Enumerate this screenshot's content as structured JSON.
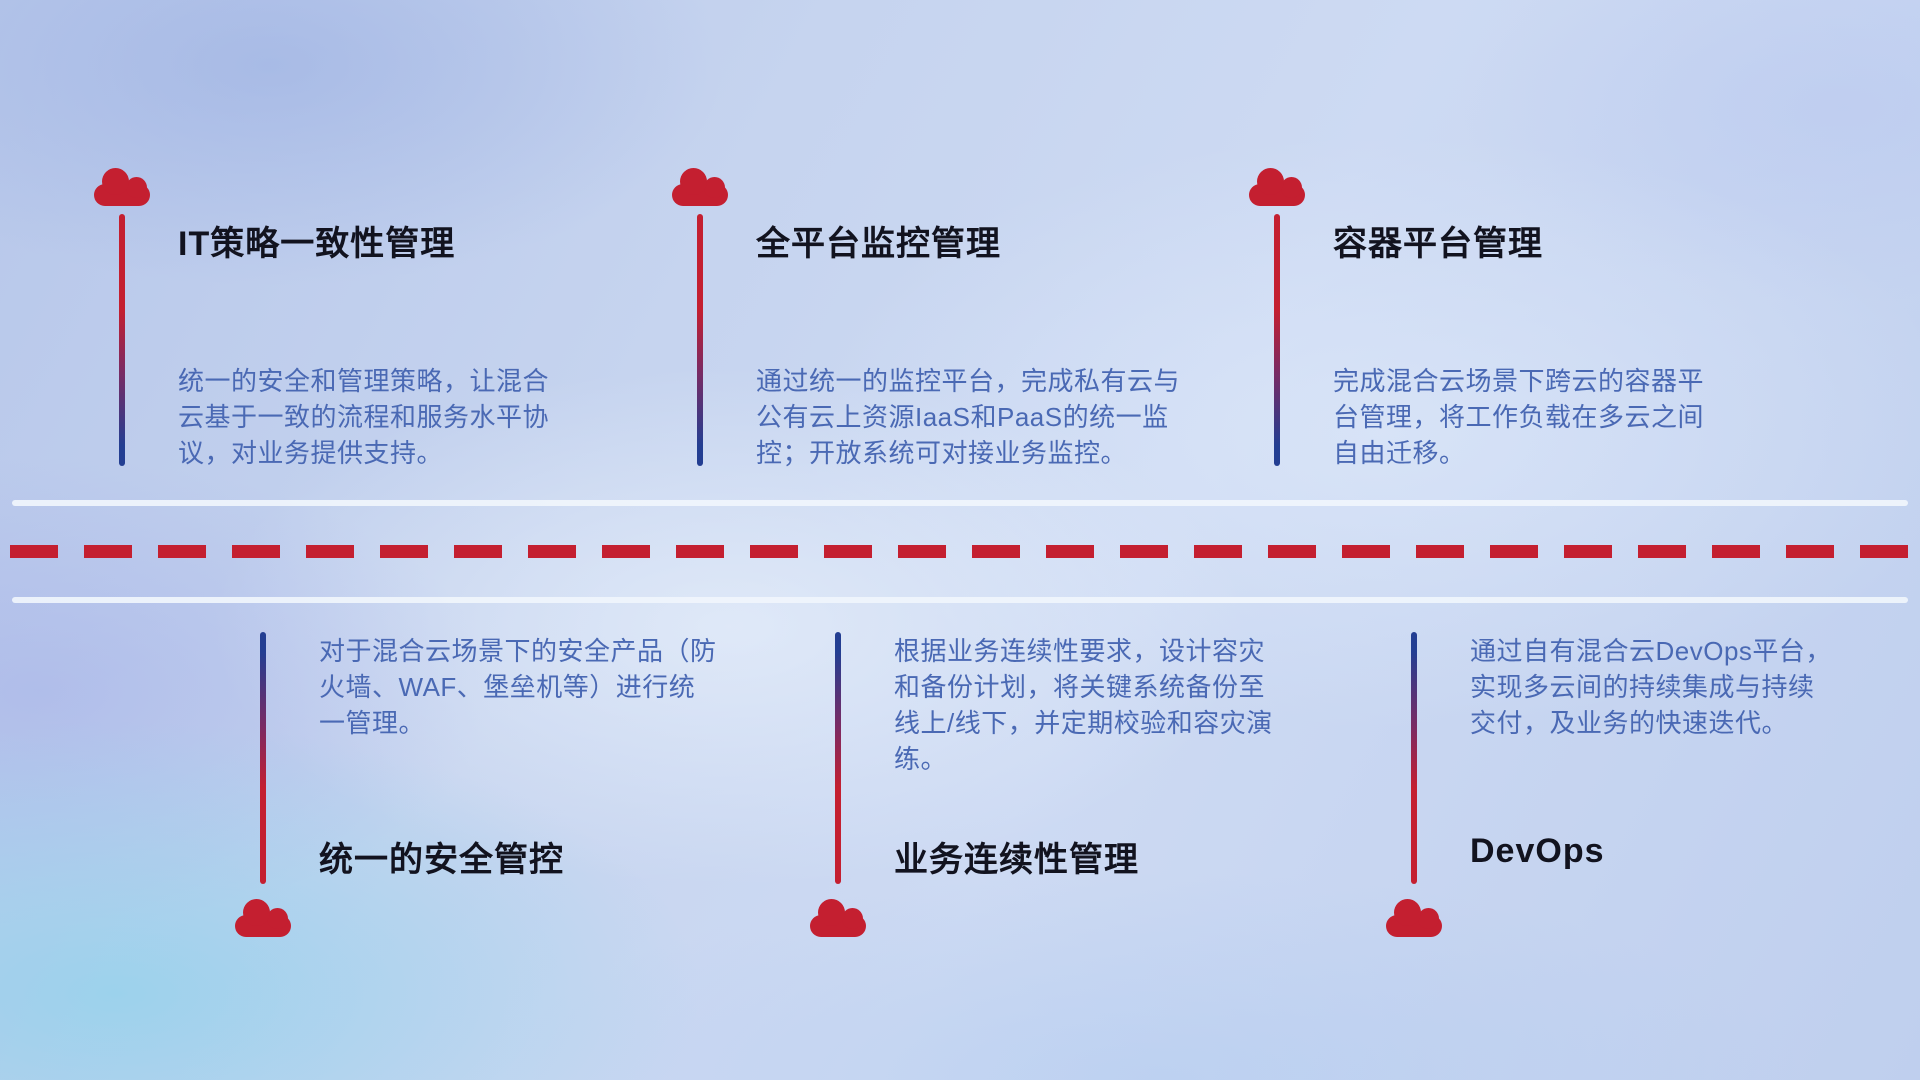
{
  "colors": {
    "accent_red": "#c41f30",
    "connector_blue": "#233e92",
    "title_color": "#12131f",
    "description_color": "#4a69b4",
    "divider_light": "#f0f5fc"
  },
  "divider": {
    "top_line": "solid",
    "middle_line": "dashed-red",
    "bottom_line": "solid"
  },
  "items": [
    {
      "key": "it-policy",
      "row": "top",
      "title": "IT策略一致性管理",
      "description": "统一的安全和管理策略，让混合云基于一致的流程和服务水平协议，对业务提供支持。"
    },
    {
      "key": "platform-monitoring",
      "row": "top",
      "title": "全平台监控管理",
      "description": "通过统一的监控平台，完成私有云与公有云上资源IaaS和PaaS的统一监控；开放系统可对接业务监控。"
    },
    {
      "key": "container-platform",
      "row": "top",
      "title": "容器平台管理",
      "description": "完成混合云场景下跨云的容器平台管理，将工作负载在多云之间自由迁移。"
    },
    {
      "key": "unified-security",
      "row": "bottom",
      "title": "统一的安全管控",
      "description": "对于混合云场景下的安全产品（防火墙、WAF、堡垒机等）进行统一管理。"
    },
    {
      "key": "business-continuity",
      "row": "bottom",
      "title": "业务连续性管理",
      "description": "根据业务连续性要求，设计容灾和备份计划，将关键系统备份至线上/线下，并定期校验和容灾演练。"
    },
    {
      "key": "devops",
      "row": "bottom",
      "title": "DevOps",
      "description": "通过自有混合云DevOps平台，实现多云间的持续集成与持续交付，及业务的快速迭代。"
    }
  ]
}
